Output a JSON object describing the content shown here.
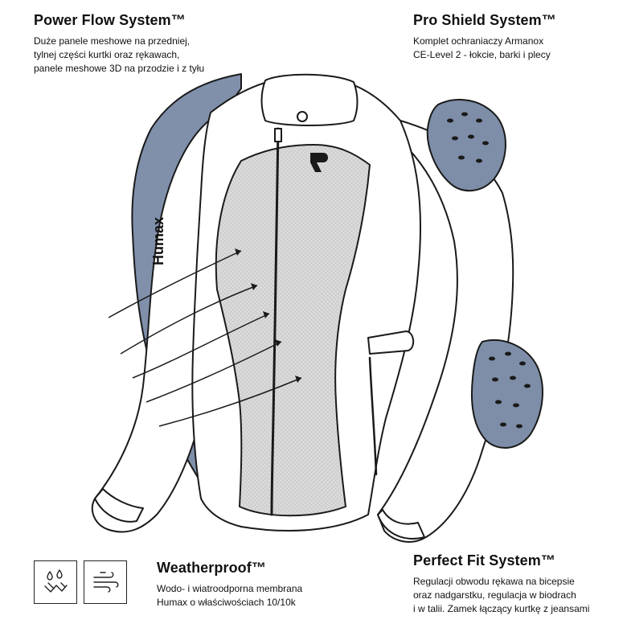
{
  "power_flow": {
    "title": "Power Flow System™",
    "lines": [
      "Duże panele meshowe na przedniej,",
      "tylnej części kurtki oraz rękawach,",
      "panele meshowe 3D na przodzie i z tyłu"
    ]
  },
  "pro_shield": {
    "title": "Pro Shield System™",
    "lines": [
      "Komplet ochraniaczy Armanox",
      "CE-Level 2 - łokcie, barki i plecy"
    ]
  },
  "weatherproof": {
    "title": "Weatherproof™",
    "lines": [
      "Wodo- i wiatroodporna membrana",
      "Humax o właściwościach 10/10k"
    ]
  },
  "perfect_fit": {
    "title": "Perfect Fit System™",
    "lines": [
      "Regulacji obwodu rękawa na bicepsie",
      "oraz nadgarstku, regulacja w biodrach",
      "i w talii. Zamek łączący kurtkę z jeansami"
    ]
  },
  "membrane_label": "Humax",
  "colors": {
    "armor": "#7e8ea8",
    "mesh": "#d9d9d9",
    "outline": "#1a1a1a"
  },
  "icons": [
    "water-drops-icon",
    "wind-icon"
  ]
}
